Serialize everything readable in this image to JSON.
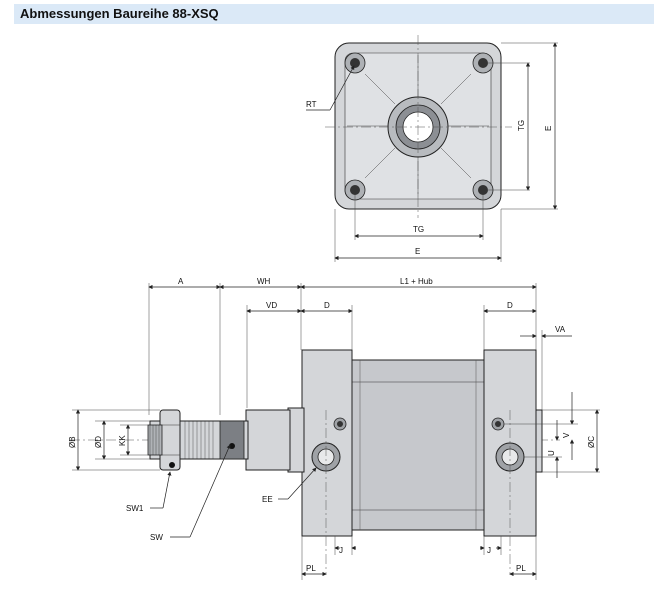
{
  "title": "Abmessungen Baureihe 88-XSQ",
  "labels": {
    "RT": "RT",
    "TG_right": "TG",
    "E_right": "E",
    "TG_bottom": "TG",
    "E_bottom": "E",
    "A": "A",
    "WH": "WH",
    "L1": "L1 + Hub",
    "VD": "VD",
    "D_left": "D",
    "D_right": "D",
    "VA": "VA",
    "B": "ØB",
    "Dd": "ØD",
    "KK": "KK",
    "V": "V",
    "U": "U",
    "C": "ØC",
    "SW1": "SW1",
    "SW": "SW",
    "EE": "EE",
    "J_left": "J",
    "J_right": "J",
    "PL_left": "PL",
    "PL_right": "PL"
  }
}
